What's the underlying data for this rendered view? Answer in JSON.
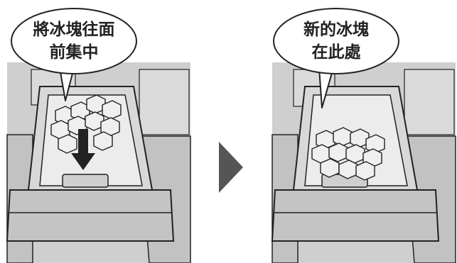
{
  "steps": [
    {
      "bubble_line1": "將冰塊往面",
      "bubble_line2": "前集中"
    },
    {
      "bubble_line1": "新的冰塊",
      "bubble_line2": "在此處"
    }
  ],
  "colors": {
    "wall": "#cfcfcf",
    "bin_front": "#c4c4c4",
    "bin_inner": "#ececec",
    "outline": "#222222",
    "ice": "#efefef",
    "arrow": "#555555"
  }
}
